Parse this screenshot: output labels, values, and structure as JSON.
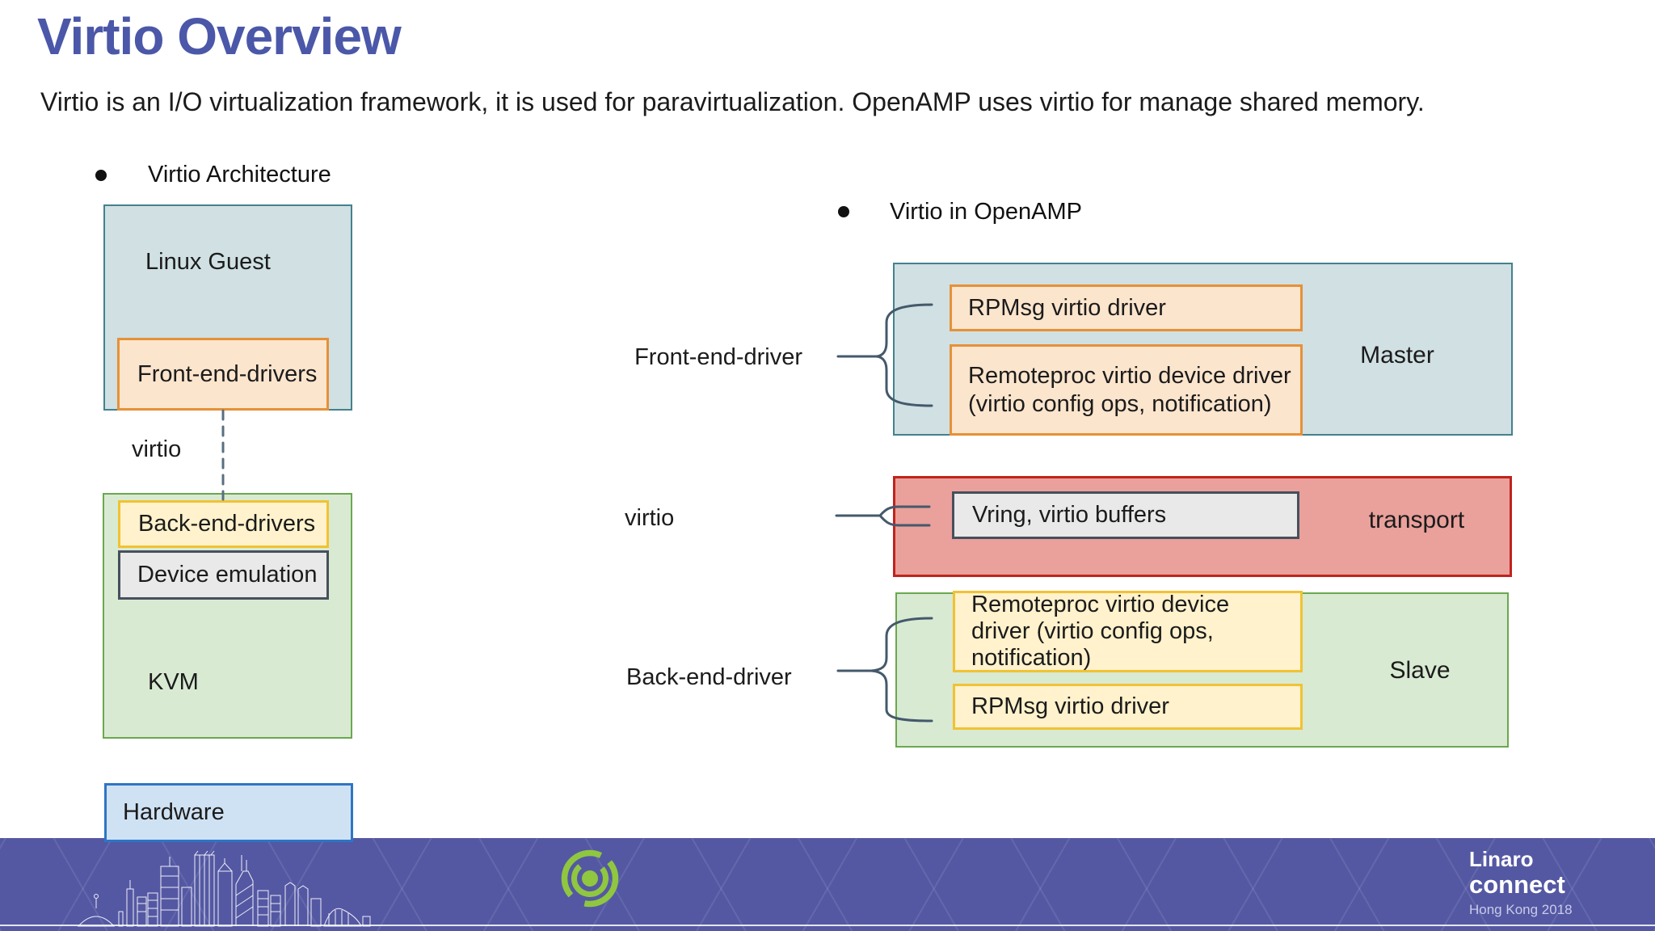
{
  "slide": {
    "title": "Virtio Overview",
    "subtitle": "Virtio is an I/O virtualization framework, it is used for paravirtualization. OpenAMP uses virtio for manage shared memory."
  },
  "arch": {
    "heading": "Virtio Architecture",
    "linux_guest": "Linux Guest",
    "front_end": "Front-end-drivers",
    "virtio": "virtio",
    "kvm": "KVM",
    "back_end": "Back-end-drivers",
    "device_emulation": "Device emulation",
    "hardware": "Hardware"
  },
  "openamp": {
    "heading": "Virtio in OpenAMP",
    "front_end_driver": "Front-end-driver",
    "virtio": "virtio",
    "back_end_driver": "Back-end-driver",
    "master": {
      "label": "Master",
      "rpmsg": "RPMsg virtio driver",
      "remoteproc": "Remoteproc virtio device driver (virtio config ops, notification)"
    },
    "transport": {
      "label": "transport",
      "vring": "Vring, virtio buffers"
    },
    "slave": {
      "label": "Slave",
      "remoteproc": "Remoteproc virtio device driver (virtio config ops, notification)",
      "rpmsg": "RPMsg virtio driver"
    }
  },
  "footer": {
    "brand_name": "Linaro",
    "brand_product": "connect",
    "event": "Hong Kong 2018"
  },
  "colors": {
    "title_blue": "#4b57a8",
    "teal_fill": "#d0e0e3",
    "teal_border": "#45818e",
    "orange_fill": "#fce5cd",
    "orange_border": "#e69138",
    "yellow_fill": "#fff2cc",
    "yellow_border": "#f1c232",
    "green_fill": "#d9ead3",
    "green_border": "#6aa84f",
    "gray_fill": "#e9e9e9",
    "gray_border": "#46505c",
    "red_fill": "#eaa09b",
    "red_border": "#c0231d",
    "blue_fill": "#cfe2f3",
    "blue_border": "#2e75c5",
    "connector": "#44596b",
    "dashed_line": "#5a6e7f",
    "footer_bg": "#5458a3",
    "logo_green": "#8fc740"
  }
}
